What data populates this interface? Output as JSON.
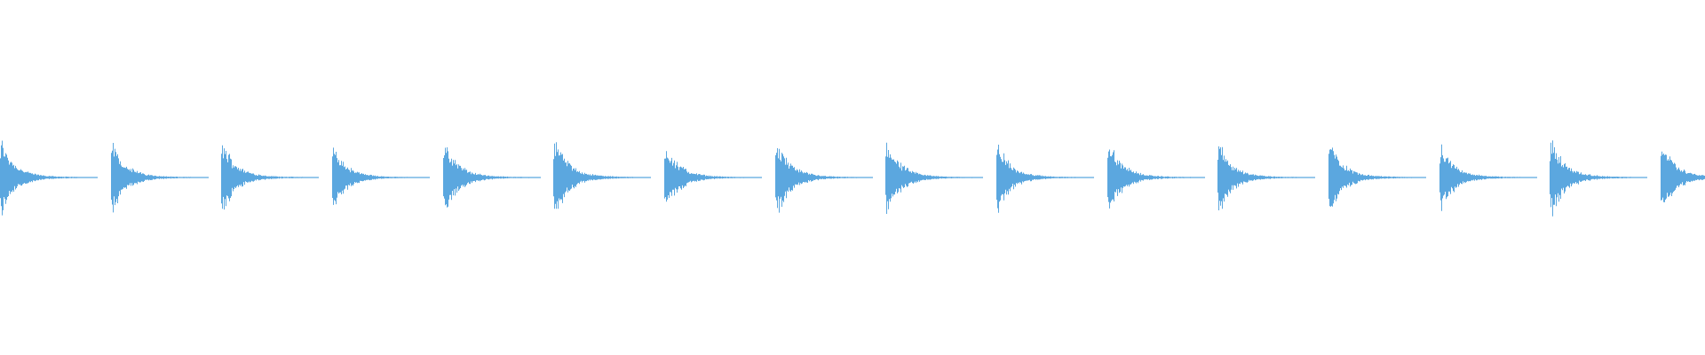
{
  "waveform": {
    "color": "#5ba7df",
    "background": "#ffffff",
    "transient_count": 16,
    "peak_amplitude": 0.27,
    "decay_shape": "exponential"
  }
}
